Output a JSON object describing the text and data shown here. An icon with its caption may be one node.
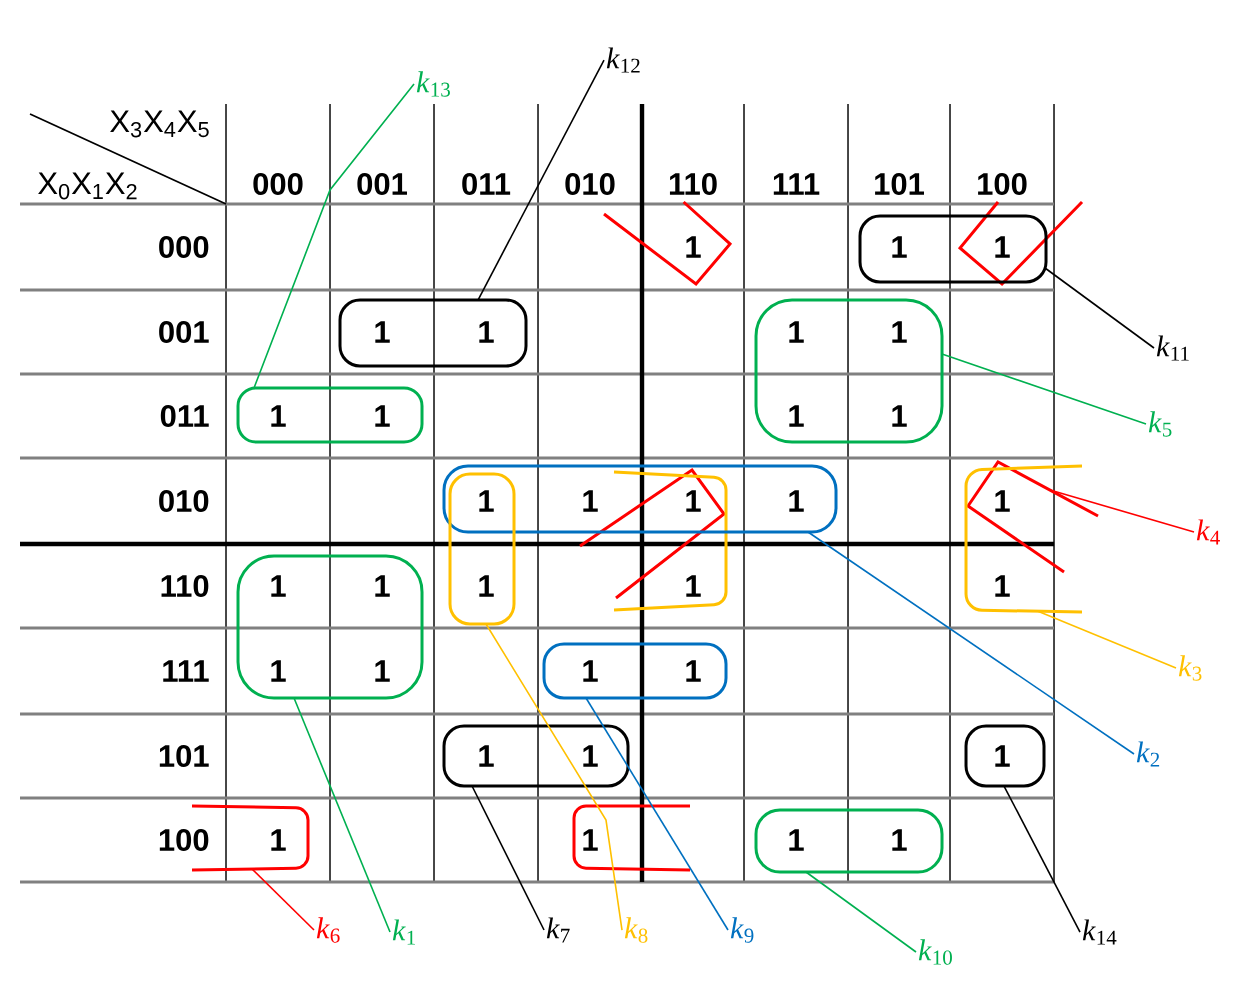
{
  "diagram": {
    "nodes": [
      {
        "text": [
          "*k*$_{12}$"
        ]
      },
      {
        "text": [
          "*k*$_{13}$"
        ]
      },
      {
        "text": [
          "*k*$_{11}$"
        ]
      },
      {
        "text": [
          "*k*$_{5}$"
        ]
      },
      {
        "text": [
          "*k*$_{4}$"
        ]
      },
      {
        "text": [
          "*k*$_{3}$"
        ]
      },
      {
        "text": [
          "*k*$_{2}$"
        ]
      },
      {
        "text": [
          "*k*$_{6}$"
        ]
      },
      {
        "text": [
          "*k*$_{1}$"
        ]
      },
      {
        "text": [
          "*k*$_{7}$"
        ]
      },
      {
        "text": [
          "*k*$_{8}$"
        ]
      },
      {
        "text": [
          "*k*$_{9}$"
        ]
      },
      {
        "text": [
          "*k*$_{10}$"
        ]
      },
      {
        "text": [
          "*k*$_{14}$"
        ]
      },
      {
        "text": [],
        "shape": "box"
      },
      {
        "text": [],
        "shape": "box"
      },
      {
        "text": [],
        "shape": "box"
      },
      {
        "text": [],
        "shape": "box"
      },
      {
        "text": [],
        "shape": "bracket"
      },
      {
        "text": [],
        "shape": "box"
      },
      {
        "text": [],
        "shape": "bracket"
      },
      {
        "text": [],
        "shape": "box"
      },
      {
        "text": [],
        "shape": "box"
      },
      {
        "text": [],
        "shape": "box"
      },
      {
        "text": [],
        "shape": "box"
      },
      {
        "text": [],
        "shape": "box"
      },
      {
        "text": [],
        "shape": "bracket"
      },
      {
        "text": [],
        "shape": "box"
      }
    ],
    "edges": [
      {
        "from": 0,
        "to": 15,
        "arrow": "none",
        "color": "#000000"
      },
      {
        "from": 1,
        "to": 17,
        "arrow": "none",
        "color": "#00b050"
      },
      {
        "from": 2,
        "to": 14,
        "arrow": "none",
        "color": "#000000"
      },
      {
        "from": 3,
        "to": 16,
        "arrow": "none",
        "color": "#00b050"
      },
      {
        "from": 4,
        "to": 18,
        "arrow": "none",
        "color": "#ff0000"
      },
      {
        "from": 5,
        "to": 20,
        "arrow": "none",
        "color": "#ffc000"
      },
      {
        "from": 6,
        "to": 19,
        "arrow": "none",
        "color": "#0070c0"
      },
      {
        "from": 7,
        "to": 26,
        "arrow": "none",
        "color": "#ff0000"
      },
      {
        "from": 8,
        "to": 22,
        "arrow": "none",
        "color": "#00b050"
      },
      {
        "from": 9,
        "to": 24,
        "arrow": "none",
        "color": "#000000"
      },
      {
        "from": 10,
        "to": 21,
        "arrow": "none",
        "color": "#ffc000"
      },
      {
        "from": 11,
        "to": 23,
        "arrow": "none",
        "color": "#0070c0"
      },
      {
        "from": 12,
        "to": 27,
        "arrow": "none",
        "color": "#00b050"
      },
      {
        "from": 13,
        "to": 25,
        "arrow": "none",
        "color": "#000000"
      }
    ],
    "labels": [
      "X$_{3}$X$_{4}$X$_{5}$",
      "X$_{0}$X$_{1}$X$_{2}$",
      "000",
      "001",
      "011",
      "010",
      "110",
      "111",
      "101",
      "100",
      "000",
      "1",
      "1",
      "1",
      "001",
      "1",
      "1",
      "1",
      "1",
      "011",
      "1",
      "1",
      "1",
      "1",
      "010",
      "1",
      "1",
      "1",
      "1",
      "1",
      "110",
      "1",
      "1",
      "1",
      "1",
      "1",
      "111",
      "1",
      "1",
      "1",
      "1",
      "101",
      "1",
      "1",
      "1",
      "100",
      "1",
      "1",
      "1",
      "1"
    ]
  }
}
